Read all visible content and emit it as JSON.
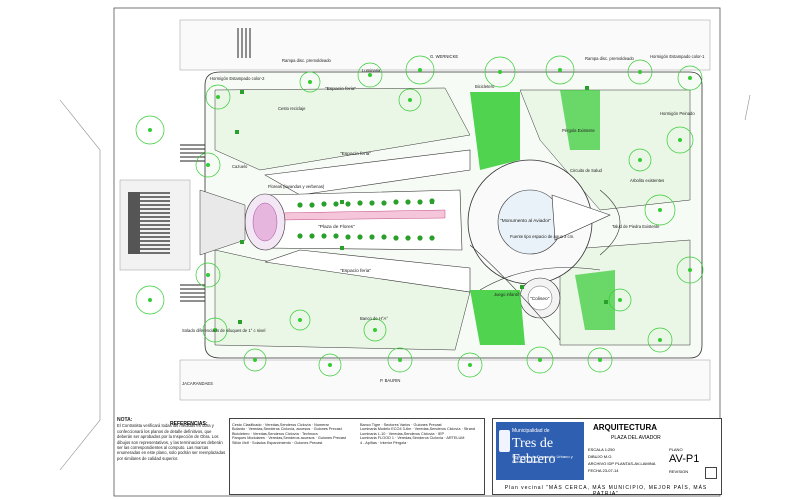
{
  "plan_labels": {
    "rampa_top": "Rampa disc. premoldeado",
    "espacio_feria_top": "\"Espacio feria\"",
    "g_wernicke": "G. WERNICKE",
    "rampa_top2": "Rampa disc. premoldeado",
    "hormigon_tr": "Hormigón Estampado color-1",
    "hormigon_tl": "Hormigón Estampado color-2",
    "hormigon_peinado": "Hormigón Peinado",
    "monumento": "\"Monumento al Aviador\"",
    "plaza_flores": "\"Plaza de Flores\"",
    "espacio_feria_mid": "\"Espacio feria\"",
    "espacio_feria_low": "\"Espacio feria\"",
    "coliseo": "\"Coliseo\"",
    "p_baurin": "P. BAURIN",
    "jacaranda": "JACARANDAES",
    "floreas": "Floreas (lavandas y verbenas)",
    "fuente": "Fuente tipo espacio de agua 3 cm.",
    "bicicletero": "Bicicletero",
    "luminaria": "Luminaria",
    "cestos": "Cesto reciclaje",
    "banco": "Banco de H°A°",
    "juego": "Juego infantil",
    "solado": "Solado diferenciado de siluques de 1° c nivel",
    "pergola": "Pérgola Existente",
    "arbolito": "Arbolito existentes",
    "talud": "Talud de Piedra Existente",
    "circuito": "Circuito de Salud",
    "cazanejo": "Cazuelo"
  },
  "notes": {
    "title": "NOTA:",
    "text": "El Contratista verificará todas las medidas en obra y confeccionará los planos de detalle definitivos, que deberán ser aprobados por la Inspección de Obra. Los dibujos son representativos, y las terminaciones deberán ser las correspondientes al computo. Las marcas enumeradas en este plano, solo podrán ser reemplazadas por similares de calidad superior."
  },
  "legend": {
    "title": "REFERENCIAS:",
    "items": [
      {
        "name": "Cesto Clasificado",
        "spec": "Veredas,Senderos Ciclovía",
        "note": "Numerar"
      },
      {
        "name": "Bolardo",
        "spec": "Veredas,Senderos Ciclovía, accesos",
        "note": "Guiones Precast"
      },
      {
        "name": "Bicicletero",
        "spec": "Veredas,Senderos Ciclovía",
        "note": "Technora"
      },
      {
        "name": "Parques Modulares",
        "spec": "Veredas,Senderos accesos",
        "note": "Guiones Precast"
      },
      {
        "name": "Sillón Mdf",
        "spec": "Solados Esparcimiento",
        "note": "Guiones Precast"
      },
      {
        "name": "Banco Tigre",
        "spec": "Sectores Varios",
        "note": "Guiones Precast"
      },
      {
        "name": "Luminaria Modelo ECO4 3-6m",
        "spec": "Veredas,Senderos Ciclovía",
        "note": "Strand"
      },
      {
        "name": "Luminaria L-10",
        "spec": "Veredas,Senderos Ciclovía",
        "note": "IEP"
      },
      {
        "name": "Luminaria FLOOD 1",
        "spec": "Veredas,Senderos Ciclovía",
        "note": "ARTELUM"
      },
      {
        "name": "4 - Apiñas",
        "spec": "Interior Pérgola",
        "note": ""
      }
    ]
  },
  "title_block": {
    "municipio_small": "Municipalidad de",
    "municipio_big": "Tres de Febrero",
    "municipio_sub": "Secretaría de Desarrollo Urbano y Obras Públicas",
    "section": "ARQUITECTURA",
    "project": "PLAZA DEL AVIADOR",
    "escala_label": "ESCALA",
    "escala": "1:250",
    "dibujo_label": "DIBUJO",
    "dibujo": "M.O.",
    "archivo_label": "ARCHIVO",
    "archivo": "IDP PLANTAS-AV-LAMINA",
    "fecha_label": "FECHA",
    "fecha": "23-07-14",
    "plano_label": "PLANO",
    "plano": "AV-P1",
    "revision_label": "REVISION",
    "slogan": "Plan vecinal \"MÁS CERCA, MÁS MUNICIPIO, MEJOR PAÍS, MÁS PATRIA\""
  },
  "colors": {
    "tree_green": "#33cc33",
    "line": "#333333",
    "brand_blue": "#2f5fb0"
  }
}
